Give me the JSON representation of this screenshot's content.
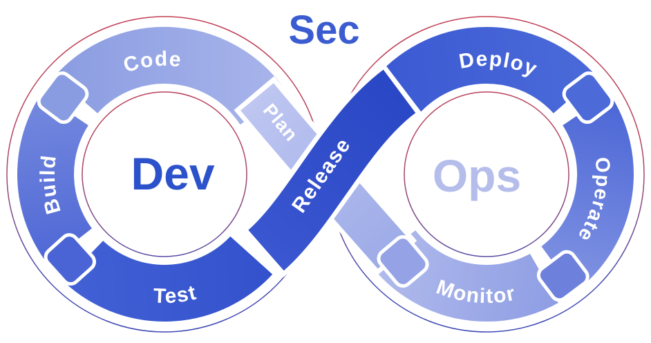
{
  "diagram": {
    "dev_label": "Dev",
    "sec_label": "Sec",
    "ops_label": "Ops",
    "stages": {
      "plan": "Plan",
      "code": "Code",
      "build": "Build",
      "test": "Test",
      "release": "Release",
      "deploy": "Deploy",
      "operate": "Operate",
      "monitor": "Monitor"
    },
    "colors": {
      "dev_text": "#2b51cb",
      "sec_text": "#3b5cd1",
      "ops_text": "#b5bdea",
      "stage_label_text": "#ffffff",
      "stage_colors": {
        "plan": "#b2bcee",
        "code": "#96a3e3",
        "build": "#5a74db",
        "test": "#3d5ad0",
        "release": "#2f4cc9",
        "deploy": "#3f5ed4",
        "operate": "#5571da",
        "monitor": "#a0ace6"
      },
      "ring_gradient_top": "#c23c52",
      "ring_gradient_bottom": "#3a46b4"
    }
  }
}
